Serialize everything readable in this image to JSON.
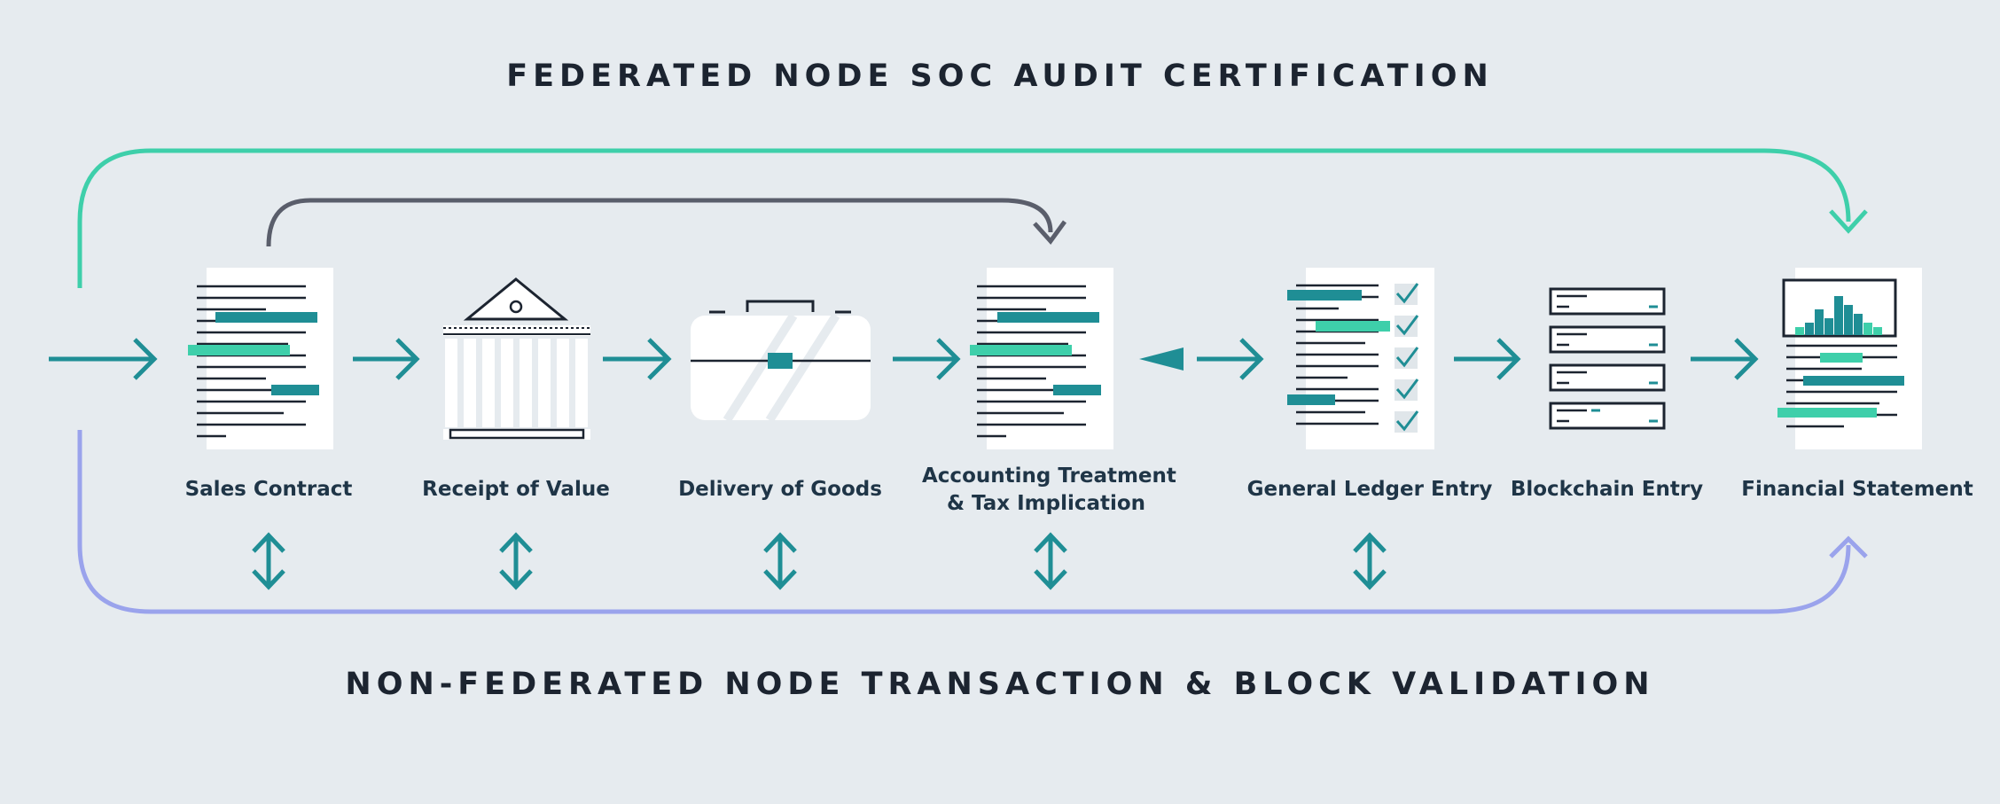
{
  "title_top": "FEDERATED NODE SOC AUDIT CERTIFICATION",
  "title_bottom": "NON-FEDERATED NODE TRANSACTION & BLOCK VALIDATION",
  "steps": [
    {
      "label": "Sales Contract",
      "icon": "document-icon"
    },
    {
      "label": "Receipt of Value",
      "icon": "bank-icon"
    },
    {
      "label": "Delivery of Goods",
      "icon": "briefcase-icon"
    },
    {
      "label": "Accounting Treatment",
      "label_2": "&  Tax Implication",
      "icon": "document-icon"
    },
    {
      "label": "General Ledger Entry",
      "icon": "ledger-checklist-icon"
    },
    {
      "label": "Blockchain Entry",
      "icon": "server-stack-icon"
    },
    {
      "label": "Financial Statement",
      "icon": "report-chart-icon"
    }
  ],
  "colors": {
    "teal": "#1f8e95",
    "mint": "#3ecfaa",
    "periwinkle": "#9aa3ec",
    "slate": "#5a5e6b",
    "dark": "#1c2430",
    "paper": "#ffffff"
  }
}
